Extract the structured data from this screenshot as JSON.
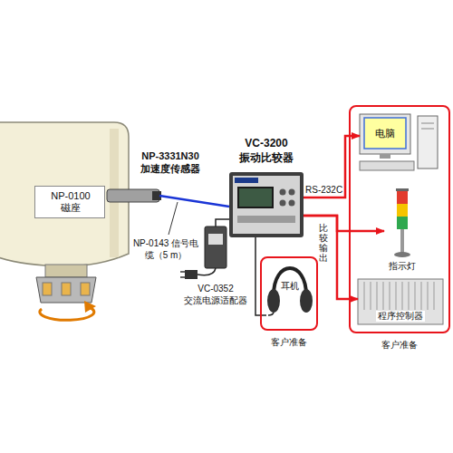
{
  "diagram": {
    "nodes": [
      {
        "text": [
          "NP-0100 磁座"
        ]
      },
      {
        "text": [
          "NP-3331N30 加速度传感器"
        ]
      },
      {
        "text": [
          "VC-3200 振动比较器"
        ]
      },
      {
        "text": [
          "VC-0352 交流电源适配器"
        ]
      },
      {
        "text": [
          "客户准备"
        ]
      },
      {
        "text": [
          "耳机"
        ],
        "in": 4
      },
      {
        "text": [
          "客户准备"
        ]
      },
      {
        "text": [
          "电脑"
        ],
        "in": 6
      },
      {
        "text": [
          "指示灯"
        ],
        "in": 6
      },
      {
        "text": [
          "程序控制器"
        ],
        "in": 6
      }
    ],
    "edges": [
      {
        "from": 1,
        "to": 2,
        "arrow": "none",
        "label": "NP-0143 信号电缆（5 m）"
      },
      {
        "from": 3,
        "to": 2,
        "arrow": "none"
      },
      {
        "from": 2,
        "to": 5,
        "arrow": "none"
      },
      {
        "from": 2,
        "to": 7,
        "arrow": "to",
        "label": "RS-232C"
      },
      {
        "from": 2,
        "to": 8,
        "arrow": "to",
        "label": "比较输出"
      },
      {
        "from": 2,
        "to": 9,
        "arrow": "to"
      }
    ]
  }
}
